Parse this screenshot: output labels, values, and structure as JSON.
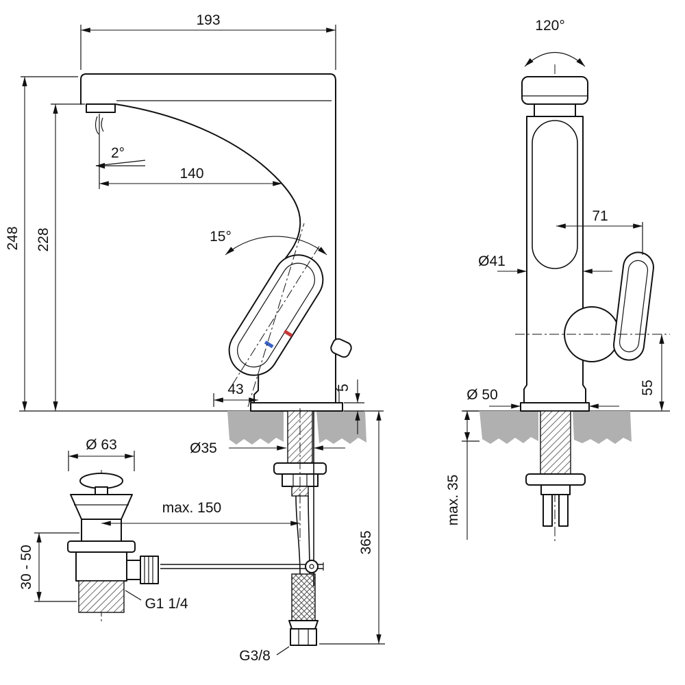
{
  "drawing": {
    "left_view": {
      "dims": {
        "spout_width": "193",
        "spout_angle": "2°",
        "spout_reach": "140",
        "total_height": "248",
        "spout_height": "228",
        "handle_angle": "15°",
        "base_width": "43",
        "base_plate_height": "5",
        "shank_diameter": "Ø35",
        "waste_cap_diameter": "Ø 63",
        "lever_rod_max": "max. 150",
        "waste_clamp_range": "30 - 50",
        "waste_thread": "G1 1/4",
        "hose_length": "365",
        "hose_thread": "G3/8"
      }
    },
    "right_view": {
      "dims": {
        "swivel_angle": "120°",
        "handle_offset": "71",
        "body_diameter": "Ø41",
        "base_diameter": "Ø 50",
        "handle_height": "55",
        "deck_max_thickness": "max. 35"
      }
    }
  }
}
